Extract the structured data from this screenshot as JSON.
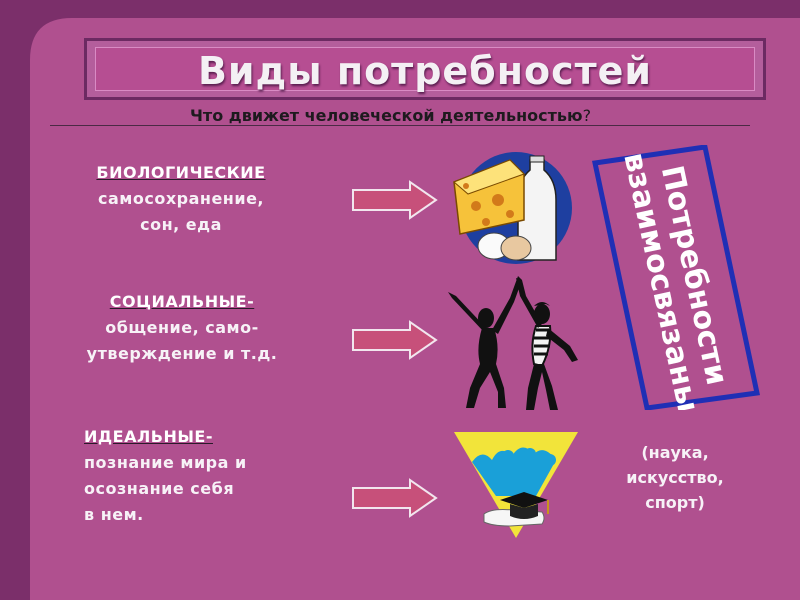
{
  "title": "Виды потребностей",
  "subtitle": {
    "main": "Что движет человеческой деятельностью",
    "mark": "?"
  },
  "categories": [
    {
      "heading": "БИОЛОГИЧЕСКИЕ",
      "lines": [
        "самосохранение,",
        "сон, еда"
      ],
      "icon": "food-icon"
    },
    {
      "heading": "СОЦИАЛЬНЫЕ-",
      "lines": [
        "общение, само-",
        "утверждение и т.д."
      ],
      "icon": "people-icon"
    },
    {
      "heading": "ИДЕАЛЬНЫЕ-",
      "lines": [
        "познание мира и",
        "осознание себя",
        "в нем."
      ],
      "icon": "graduation-icon"
    }
  ],
  "side_box": {
    "line1": "Потребности",
    "line2": "взаимосвязаны"
  },
  "examples": [
    "(наука,",
    "искусство,",
    "спорт)"
  ],
  "colors": {
    "background": "#b0508f",
    "arrow": "#c7507a",
    "side_border": "#1f2fb5"
  }
}
